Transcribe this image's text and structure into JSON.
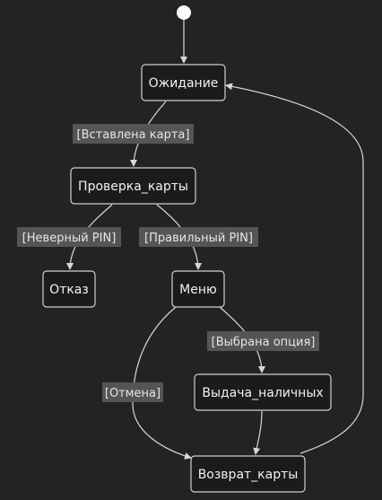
{
  "diagram": {
    "states": {
      "waiting": "Ожидание",
      "check_card": "Проверка_карты",
      "reject": "Отказ",
      "menu": "Меню",
      "cash_out": "Выдача_наличных",
      "return_card": "Возврат_карты"
    },
    "transitions": {
      "card_inserted": "[Вставлена карта]",
      "wrong_pin": "[Неверный PIN]",
      "correct_pin": "[Правильный PIN]",
      "option_selected": "[Выбрана опция]",
      "cancel": "[Отмена]"
    }
  }
}
